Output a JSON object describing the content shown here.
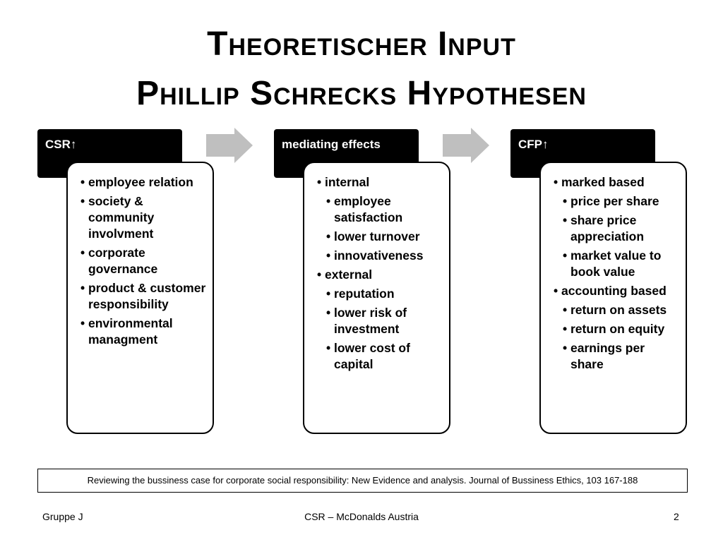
{
  "slide": {
    "title_line1": "Theoretischer Input",
    "title_line2": "Phillip Schrecks Hypothesen"
  },
  "columns": [
    {
      "header": "CSR↑",
      "items": [
        {
          "text": "employee relation",
          "level": 1
        },
        {
          "text": "society & community involvment",
          "level": 1
        },
        {
          "text": "corporate governance",
          "level": 1
        },
        {
          "text": "product & customer responsibility",
          "level": 1
        },
        {
          "text": "environmental managment",
          "level": 1
        }
      ]
    },
    {
      "header": "mediating effects",
      "items": [
        {
          "text": "internal",
          "level": 1
        },
        {
          "text": "employee satisfaction",
          "level": 2
        },
        {
          "text": "lower turnover",
          "level": 2
        },
        {
          "text": "innovativeness",
          "level": 2
        },
        {
          "text": "external",
          "level": 1
        },
        {
          "text": "reputation",
          "level": 2
        },
        {
          "text": "lower risk of investment",
          "level": 2
        },
        {
          "text": "lower cost of capital",
          "level": 2
        }
      ]
    },
    {
      "header": "CFP↑",
      "items": [
        {
          "text": "marked based",
          "level": 1
        },
        {
          "text": "price per share",
          "level": 2
        },
        {
          "text": "share price appreciation",
          "level": 2
        },
        {
          "text": "market value to book value",
          "level": 2
        },
        {
          "text": "accounting based",
          "level": 1
        },
        {
          "text": "return on assets",
          "level": 2
        },
        {
          "text": "return on equity",
          "level": 2
        },
        {
          "text": "earnings per share",
          "level": 2
        }
      ]
    }
  ],
  "reference": "Reviewing the bussiness case for corporate social responsibility: New Evidence and analysis. Journal of Bussiness Ethics, 103 167-188",
  "footer": {
    "left": "Gruppe J",
    "center": "CSR – McDonalds Austria",
    "right": "2"
  },
  "colors": {
    "header_bg": "#000000",
    "arrow_fill": "#bfbfbf"
  }
}
